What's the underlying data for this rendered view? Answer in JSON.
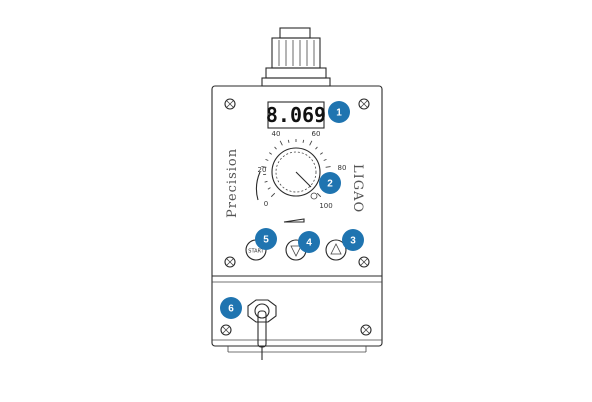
{
  "device": {
    "brand_text": "Precision",
    "model_text": "LIGAO",
    "display_value": "8.069",
    "start_button_label": "START",
    "dial_scale": [
      "0",
      "20",
      "40",
      "60",
      "80",
      "100"
    ]
  },
  "callouts": [
    {
      "number": "1",
      "target": "digital-display"
    },
    {
      "number": "2",
      "target": "speed-dial"
    },
    {
      "number": "3",
      "target": "up-button"
    },
    {
      "number": "4",
      "target": "down-button"
    },
    {
      "number": "5",
      "target": "start-button"
    },
    {
      "number": "6",
      "target": "power-switch"
    }
  ],
  "colors": {
    "callout": "#1f74b0",
    "line": "#2a2a2a"
  }
}
